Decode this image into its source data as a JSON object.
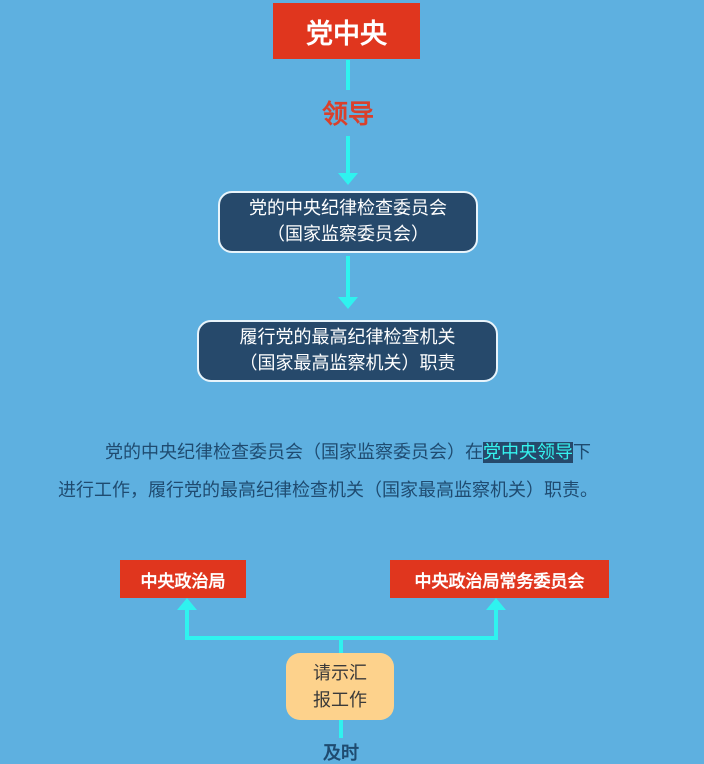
{
  "top": {
    "title": "党中央",
    "relation": "领导"
  },
  "box1": {
    "line1": "党的中央纪律检查委员会",
    "line2": "（国家监察委员会）"
  },
  "box2": {
    "line1": "履行党的最高纪律检查机关",
    "line2": "（国家最高监察机关）职责"
  },
  "paragraph": {
    "line1_before": "党的中央纪律检查委员会（国家监察委员会）在",
    "line1_highlight": "党中央领导",
    "line1_after": "下",
    "line2": "进行工作，履行党的最高纪律检查机关（国家最高监察机关）职责。"
  },
  "bottom": {
    "left": "中央政治局",
    "right": "中央政治局常务委员会",
    "center_line1": "请示汇",
    "center_line2": "报工作",
    "label": "及时"
  },
  "colors": {
    "background": "#5eb0e0",
    "red": "#e0361e",
    "navy": "#26496b",
    "cyan": "#2ff2ef",
    "orange": "#fdd28c"
  }
}
